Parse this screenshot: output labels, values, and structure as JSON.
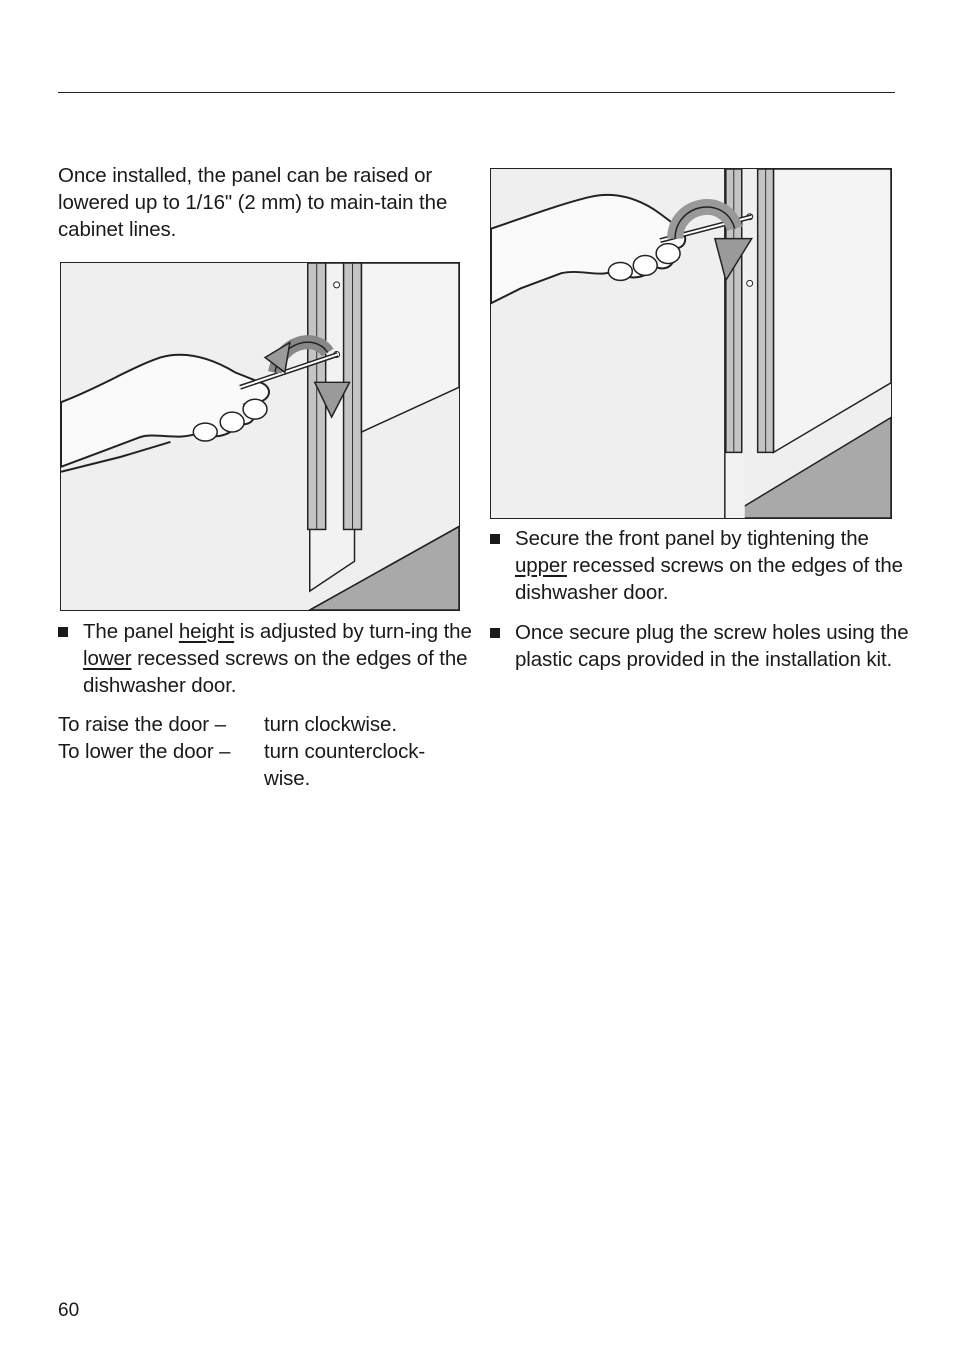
{
  "intro": "Once installed, the panel can be raised or lowered up to 1/16\" (2 mm) to main-tain the cabinet lines.",
  "bullet1": {
    "p1": "The panel ",
    "u1": "height",
    "p2": " is adjusted by turn-ing the ",
    "u2": "lower",
    "p3": " recessed screws on the edges of the dishwasher door."
  },
  "table": {
    "row1_left": "To raise the door  –",
    "row1_right": "turn clockwise.",
    "row2_left": "To lower the door –",
    "row2_right": "turn counterclock-",
    "row3_right": "wise."
  },
  "bullet2": {
    "p1": "Secure the front panel by tightening the ",
    "u1": "upper",
    "p2": " recessed screws on the edges of the dishwasher door."
  },
  "bullet3": "Once secure plug the screw holes using the plastic caps provided in the installation kit.",
  "page_number": "60"
}
